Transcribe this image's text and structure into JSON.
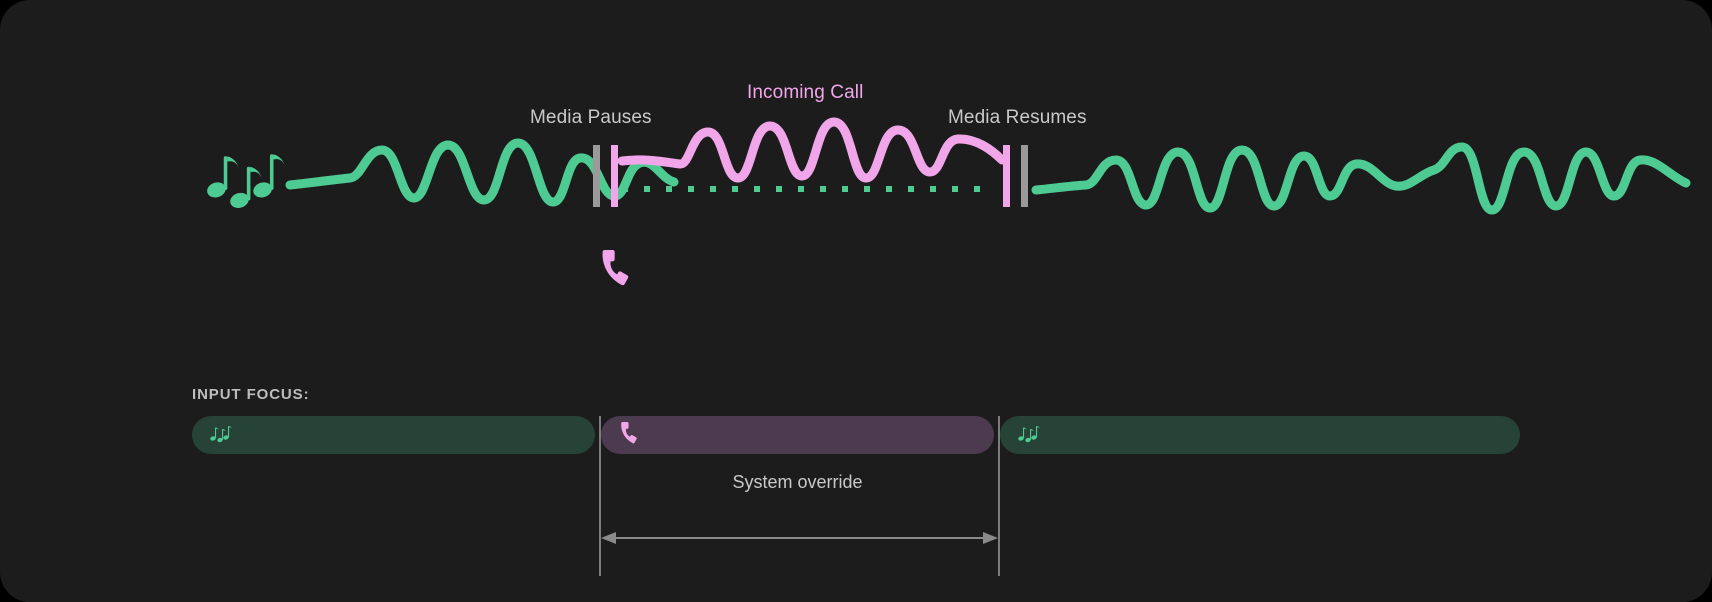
{
  "theme": {
    "background": "#1c1c1c",
    "media_accent": "#4ecb92",
    "call_accent": "#f1a6ea",
    "marker_gray": "#9a9a9a",
    "label_gray": "#c9c9c9",
    "media_bar_fill": "#274237",
    "call_bar_fill": "#4c3a4f",
    "guide_line": "#7c7c7c"
  },
  "timeline": {
    "media_pauses_label": "Media Pauses",
    "incoming_call_label": "Incoming Call",
    "media_resumes_label": "Media Resumes",
    "music_icon": "music-notes-icon",
    "phone_icon": "phone-handset-icon",
    "segments": [
      {
        "name": "media-playing-before",
        "state": "playing",
        "source": "media"
      },
      {
        "name": "call-active",
        "state": "override",
        "source": "call"
      },
      {
        "name": "media-playing-after",
        "state": "playing",
        "source": "media"
      }
    ],
    "markers": [
      {
        "name": "pause-marker-gray",
        "color": "#9a9a9a"
      },
      {
        "name": "pause-marker-pink",
        "color": "#f1a6ea"
      },
      {
        "name": "resume-marker-pink",
        "color": "#f1a6ea"
      },
      {
        "name": "resume-marker-gray",
        "color": "#9a9a9a"
      }
    ],
    "muted_track_style": "dotted"
  },
  "focus": {
    "section_label": "INPUT FOCUS:",
    "bars": [
      {
        "name": "focus-bar-media-left",
        "icon": "music-notes-icon",
        "owner": "media"
      },
      {
        "name": "focus-bar-call",
        "icon": "phone-handset-icon",
        "owner": "call"
      },
      {
        "name": "focus-bar-media-right",
        "icon": "music-notes-icon",
        "owner": "media"
      }
    ],
    "override_label": "System override"
  }
}
